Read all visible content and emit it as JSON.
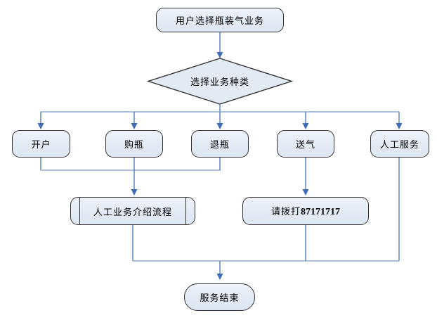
{
  "diagram": {
    "type": "flowchart",
    "background": "#ffffff",
    "colors": {
      "node_fill": "#e2eaf4",
      "node_border": "#333333",
      "connector": "#4f81bd",
      "connector_light": "#8fa9cd",
      "arrow": "#3e6cb5",
      "text": "#000000"
    },
    "nodes": {
      "start": {
        "shape": "rounded-rectangle",
        "label": "用户选择瓶装气业务"
      },
      "decision": {
        "shape": "diamond",
        "label": "选择业务种类"
      },
      "open_account": {
        "shape": "rounded-rectangle",
        "label": "开户"
      },
      "buy_bottle": {
        "shape": "rounded-rectangle",
        "label": "购瓶"
      },
      "return_bottle": {
        "shape": "rounded-rectangle",
        "label": "退瓶"
      },
      "deliver_gas": {
        "shape": "rounded-rectangle",
        "label": "送气"
      },
      "manual_service": {
        "shape": "rounded-rectangle",
        "label": "人工服务"
      },
      "intro_process": {
        "shape": "predefined-process",
        "label": "人工业务介绍流程"
      },
      "call_number": {
        "shape": "rounded-rectangle",
        "label_prefix": "请拨打",
        "label_number": "87171717"
      },
      "end": {
        "shape": "terminator",
        "label": "服务结束"
      }
    },
    "edges": [
      {
        "from": "start",
        "to": "decision"
      },
      {
        "from": "decision",
        "to": "open_account"
      },
      {
        "from": "decision",
        "to": "buy_bottle"
      },
      {
        "from": "decision",
        "to": "return_bottle"
      },
      {
        "from": "decision",
        "to": "deliver_gas"
      },
      {
        "from": "decision",
        "to": "manual_service"
      },
      {
        "from": "open_account",
        "to": "intro_process"
      },
      {
        "from": "buy_bottle",
        "to": "intro_process"
      },
      {
        "from": "return_bottle",
        "to": "intro_process"
      },
      {
        "from": "deliver_gas",
        "to": "call_number"
      },
      {
        "from": "intro_process",
        "to": "end"
      },
      {
        "from": "call_number",
        "to": "end"
      },
      {
        "from": "manual_service",
        "to": "end"
      }
    ]
  }
}
